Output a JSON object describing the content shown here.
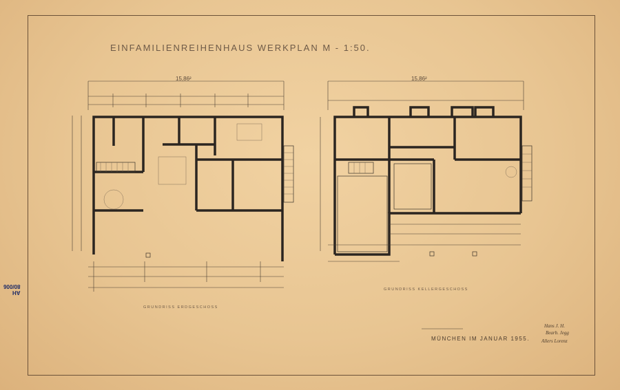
{
  "title": "EINFAMILIENREIHENHAUS   WERKPLAN   M - 1:50.",
  "plans": {
    "ground": {
      "label": "GRUNDRISS   ERDGESCHOSS",
      "overall_dimension": "15,86²"
    },
    "basement": {
      "label": "GRUNDRISS   KELLERGESCHOSS",
      "overall_dimension": "15,86²"
    }
  },
  "date_text": "MÜNCHEN  IM  JANUAR  1955.",
  "signature": [
    "Hans J. H.",
    "Bearb. Jegg",
    "Allers Lorenz"
  ],
  "stamp": [
    "AH",
    "80/006"
  ],
  "colors": {
    "paper": "#eac795",
    "ink": "#2b2520",
    "pencil": "#6e5a47",
    "stamp": "#1d2a66"
  }
}
